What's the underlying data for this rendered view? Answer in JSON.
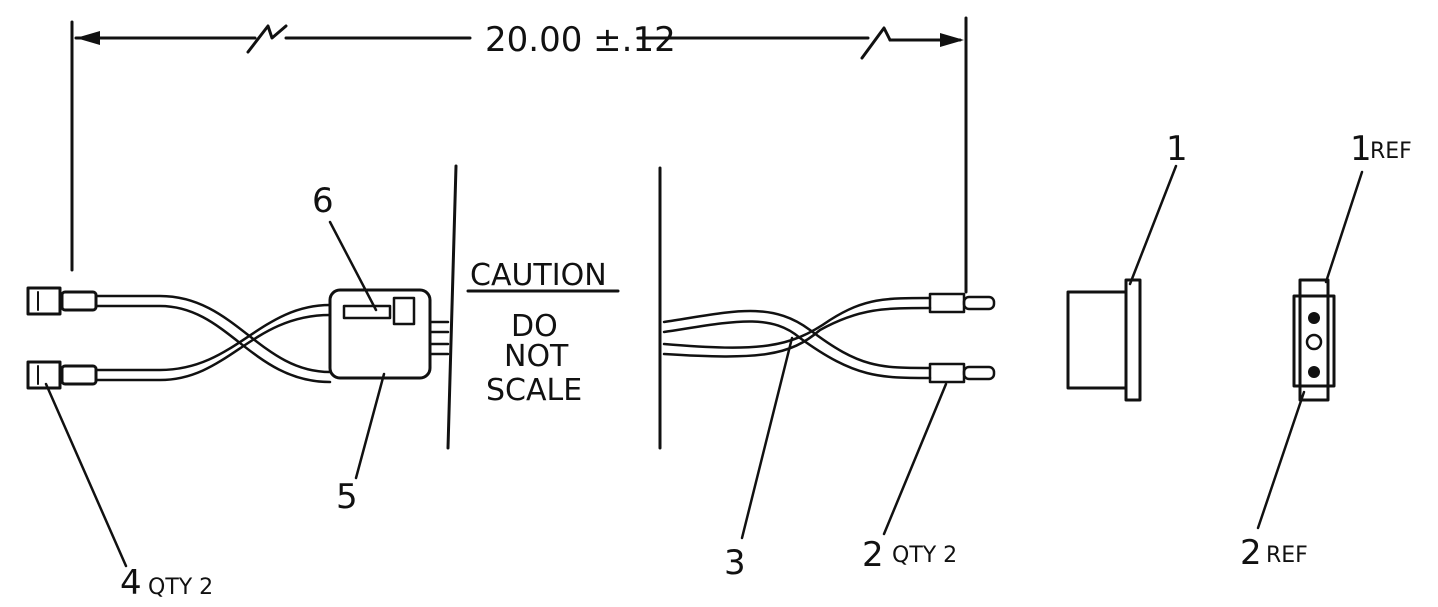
{
  "dimension": {
    "text": "20.00 ±.12"
  },
  "caution": {
    "line1": "CAUTION",
    "line2": "DO",
    "line3": "NOT",
    "line4": "SCALE"
  },
  "callouts": {
    "c6": "6",
    "c5": "5",
    "c4": "4",
    "c4_qty": "QTY 2",
    "c3": "3",
    "c2": "2",
    "c2_qty": "QTY 2",
    "c1": "1",
    "c1_ref_num": "1",
    "c1_ref": "REF",
    "c2_ref_num": "2",
    "c2_ref": "REF"
  }
}
